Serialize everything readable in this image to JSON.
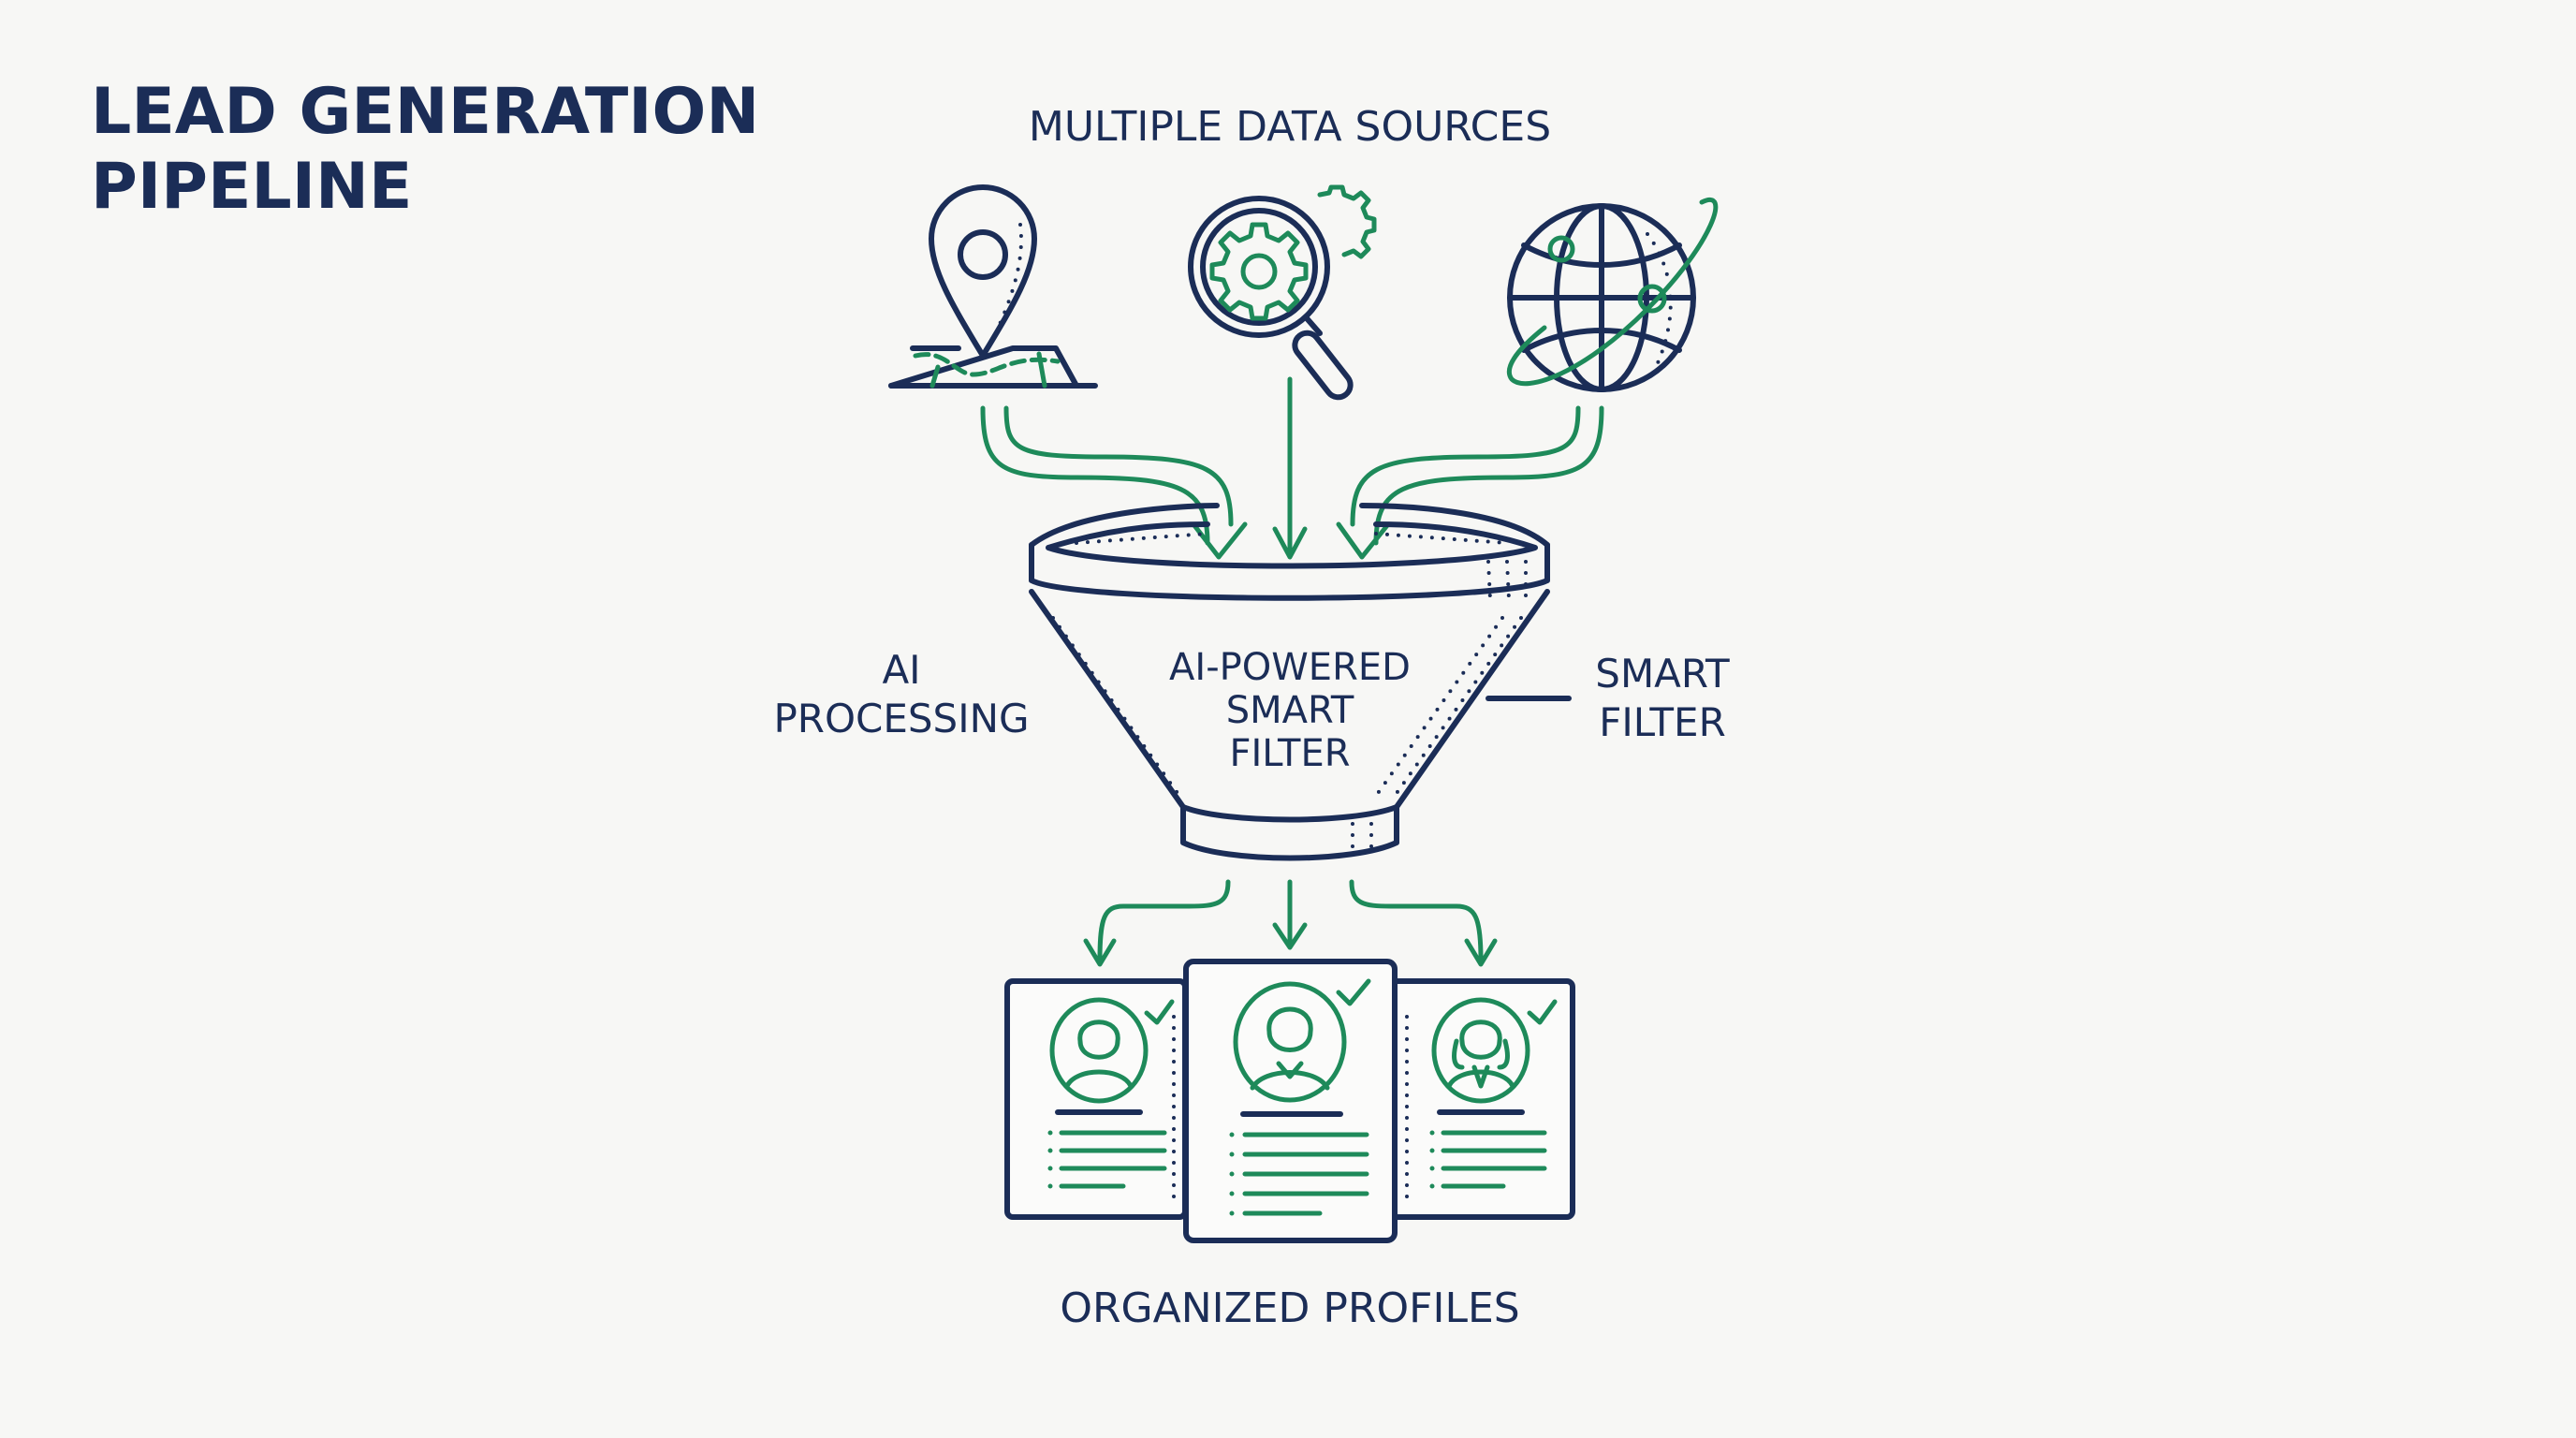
{
  "title": {
    "line1": "LEAD GENERATION",
    "line2": "PIPELINE"
  },
  "sources": {
    "heading": "MULTIPLE DATA SOURCES",
    "icons": [
      "map-pin-icon",
      "search-gear-icon",
      "globe-icon"
    ]
  },
  "funnel": {
    "center_label": [
      "AI-POWERED",
      "SMART",
      "FILTER"
    ],
    "left_label": [
      "AI",
      "PROCESSING"
    ],
    "right_label": [
      "SMART",
      "FILTER"
    ]
  },
  "output": {
    "heading": "ORGANIZED PROFILES"
  },
  "colors": {
    "navy": "#1b2d57",
    "green": "#1e8a5a",
    "background": "#f7f7f5"
  }
}
